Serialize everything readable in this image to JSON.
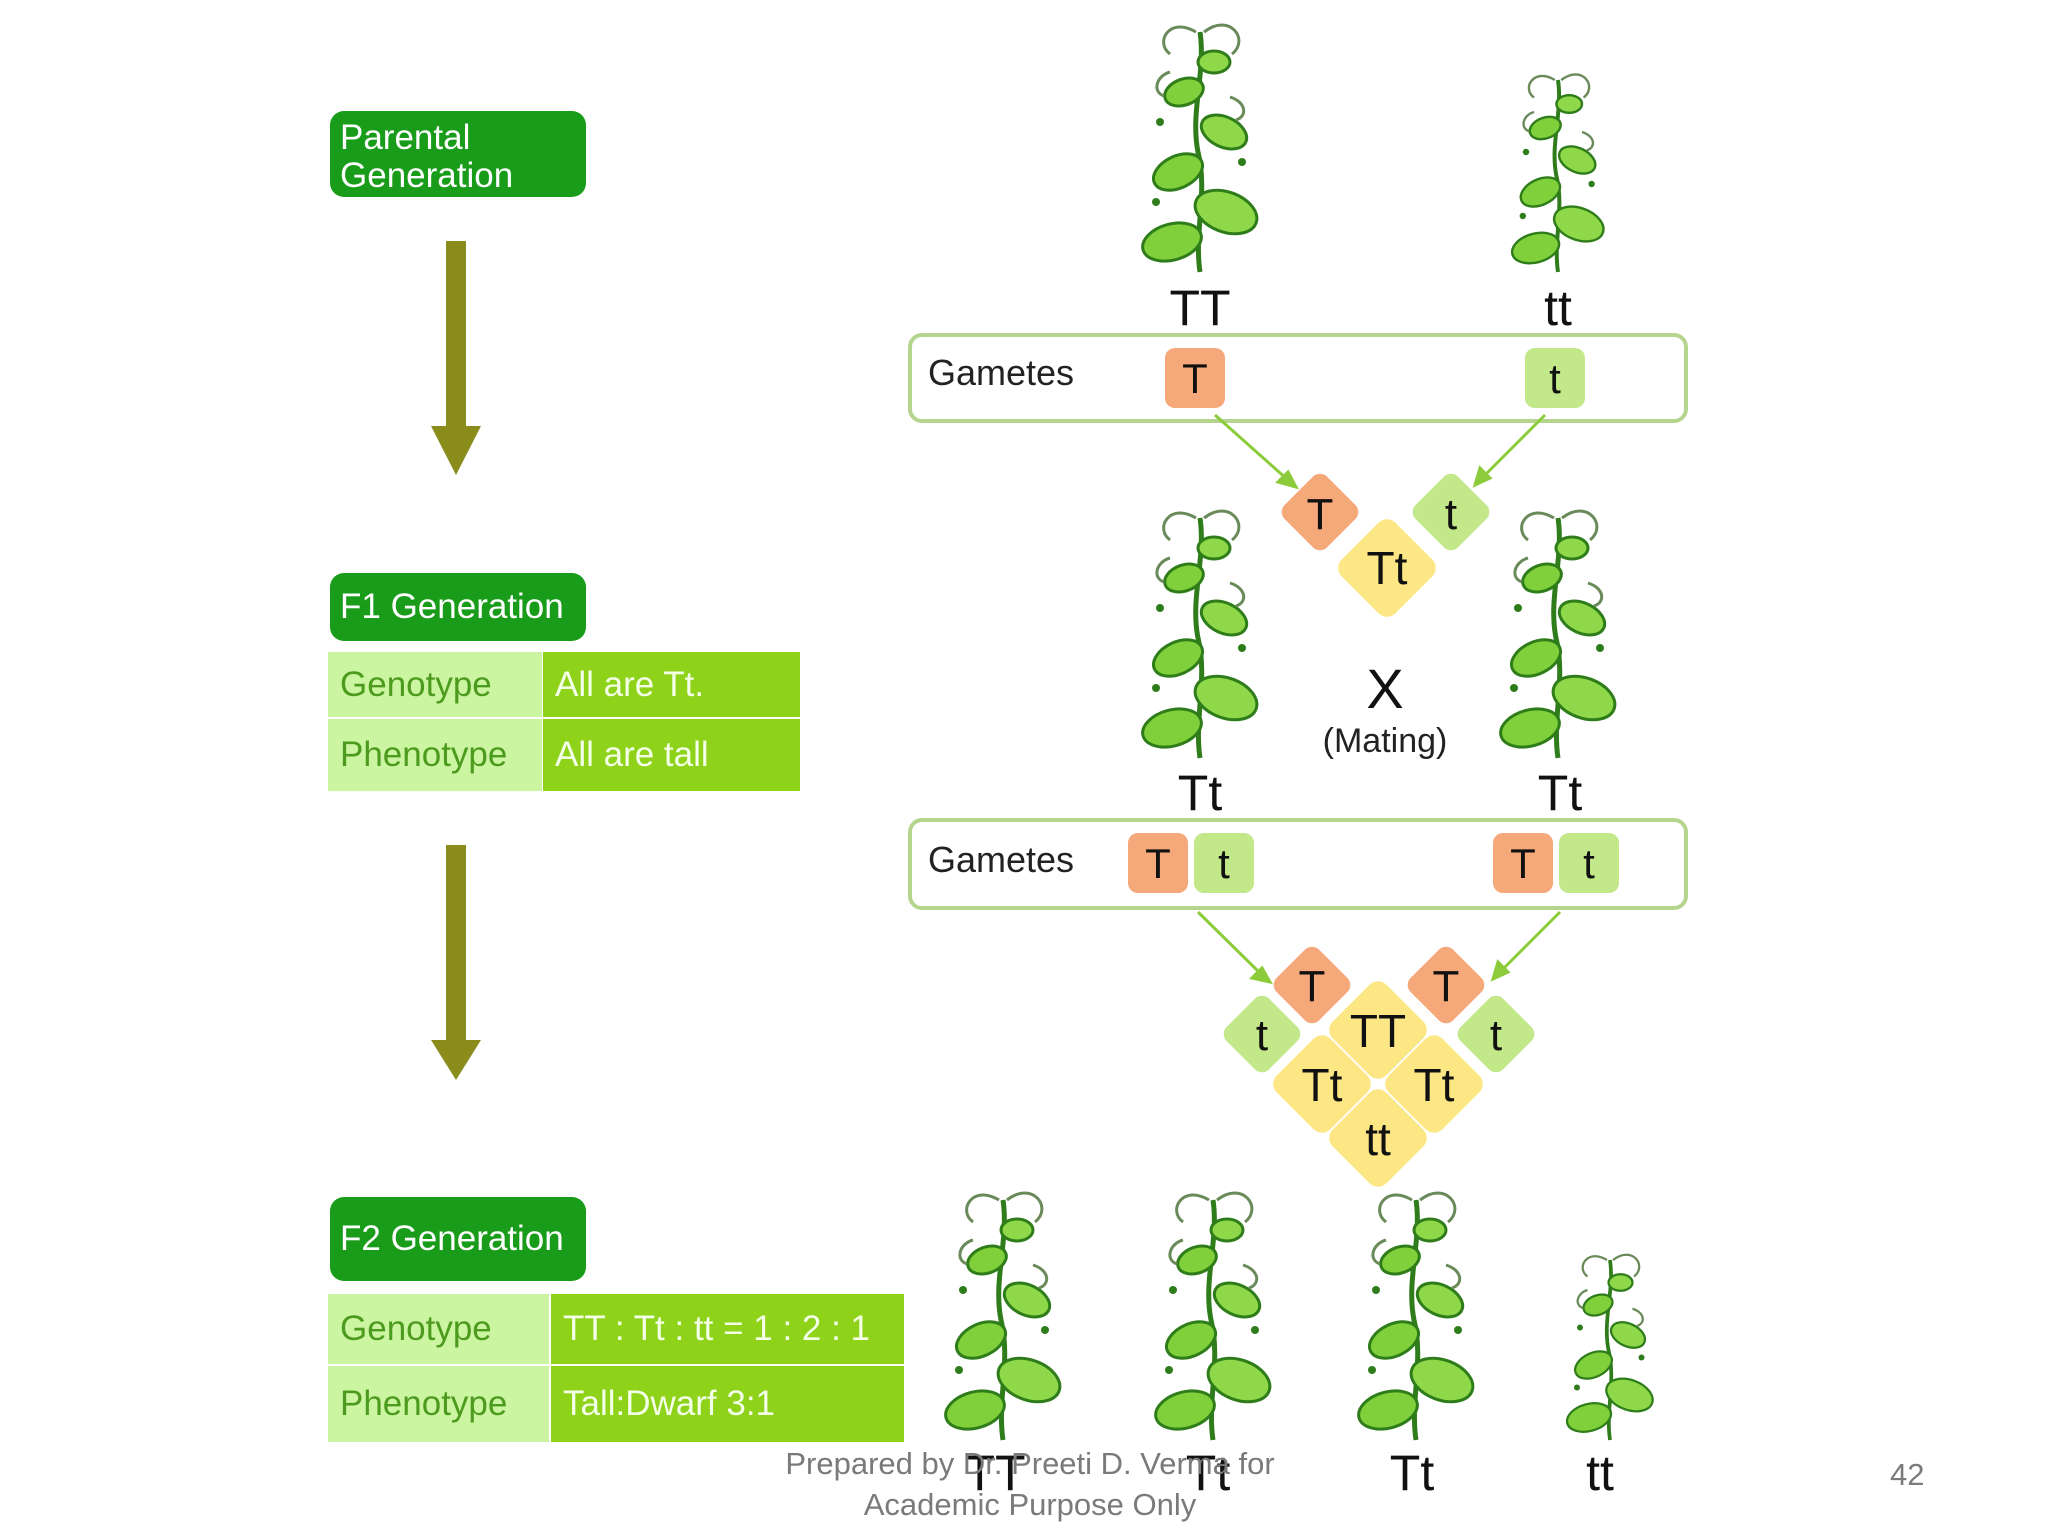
{
  "stages": {
    "parental": [
      "Parental",
      "Generation"
    ],
    "f1": "F1 Generation",
    "f2": "F2 Generation"
  },
  "f1_table": {
    "genotype_label": "Genotype",
    "genotype_value": "All are Tt.",
    "phenotype_label": "Phenotype",
    "phenotype_value": "All are tall"
  },
  "f2_table": {
    "genotype_label": "Genotype",
    "genotype_value": "TT : Tt : tt = 1 : 2 : 1",
    "phenotype_label": "Phenotype",
    "phenotype_value": "Tall:Dwarf 3:1"
  },
  "parents": {
    "left": "TT",
    "right": "tt"
  },
  "gametes_label": "Gametes",
  "gametes1": {
    "left": "T",
    "right": "t"
  },
  "f1_cross": {
    "left": "T",
    "center": "Tt",
    "right": "t"
  },
  "mating": {
    "symbol": "X",
    "label": "(Mating)"
  },
  "f1_parents": {
    "left": "Tt",
    "right": "Tt"
  },
  "gametes2": {
    "left": [
      "T",
      "t"
    ],
    "right": [
      "T",
      "t"
    ]
  },
  "punnett": {
    "top_left": "T",
    "top_right": "T",
    "side_left": "t",
    "side_right": "t",
    "tt_top": "TT",
    "tt_left": "Tt",
    "tt_right": "Tt",
    "tt_bottom": "tt"
  },
  "offspring": [
    "TT",
    "Tt",
    "Tt",
    "tt"
  ],
  "footer": [
    "Prepared by Dr. Preeti D. Verma for",
    "Academic Purpose Only"
  ],
  "page_number": "42",
  "colors": {
    "dark_green": "#199c19",
    "light_green_cell": "#ccf5a2",
    "lime_cell": "#8ed21a",
    "arrow_olive": "#8a8c1c",
    "dominant_orange": "#f5a87a",
    "recessive_green": "#c2e88a",
    "hybrid_yellow": "#fde785"
  }
}
